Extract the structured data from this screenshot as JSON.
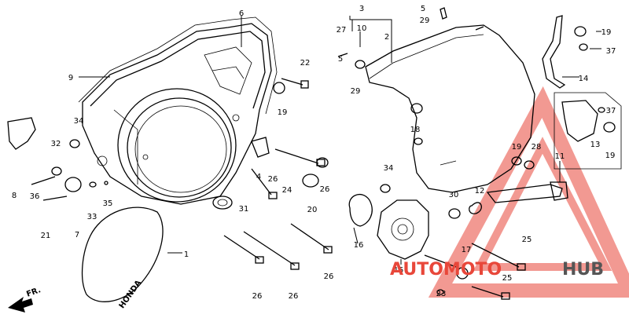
{
  "diagram": {
    "parts": [
      {
        "number": "1"
      },
      {
        "number": "2"
      },
      {
        "number": "3"
      },
      {
        "number": "4"
      },
      {
        "number": "5"
      },
      {
        "number": "5"
      },
      {
        "number": "6"
      },
      {
        "number": "7"
      },
      {
        "number": "8"
      },
      {
        "number": "9"
      },
      {
        "number": "10"
      },
      {
        "number": "11"
      },
      {
        "number": "12"
      },
      {
        "number": "13"
      },
      {
        "number": "14"
      },
      {
        "number": "15"
      },
      {
        "number": "16"
      },
      {
        "number": "17"
      },
      {
        "number": "18"
      },
      {
        "number": "19"
      },
      {
        "number": "19"
      },
      {
        "number": "19"
      },
      {
        "number": "19"
      },
      {
        "number": "20"
      },
      {
        "number": "21"
      },
      {
        "number": "22"
      },
      {
        "number": "23"
      },
      {
        "number": "24"
      },
      {
        "number": "25"
      },
      {
        "number": "25"
      },
      {
        "number": "26"
      },
      {
        "number": "26"
      },
      {
        "number": "26"
      },
      {
        "number": "26"
      },
      {
        "number": "26"
      },
      {
        "number": "27"
      },
      {
        "number": "28"
      },
      {
        "number": "29"
      },
      {
        "number": "29"
      },
      {
        "number": "30"
      },
      {
        "number": "31"
      },
      {
        "number": "32"
      },
      {
        "number": "33"
      },
      {
        "number": "34"
      },
      {
        "number": "34"
      },
      {
        "number": "35"
      },
      {
        "number": "36"
      },
      {
        "number": "37"
      },
      {
        "number": "37"
      }
    ],
    "cover_lettering": "HONDA",
    "direction_arrow": "FR."
  },
  "watermark": {
    "text_part1": "AUTOMOTO",
    "text_part2": "HUB",
    "color_primary": "#e8473a",
    "color_secondary": "#555555"
  }
}
